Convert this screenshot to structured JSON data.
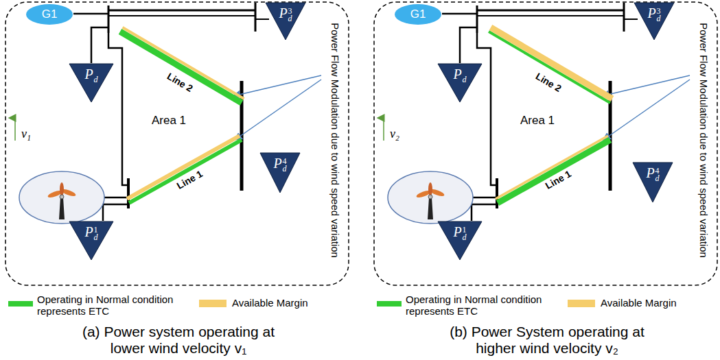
{
  "diagram": {
    "nodes": [
      {
        "text": [
          "G1"
        ]
      },
      {
        "text": [
          "P",
          "d",
          "3"
        ]
      },
      {
        "text": [
          "P",
          "d"
        ]
      },
      {
        "text": [
          "P",
          "d",
          "4"
        ]
      },
      {
        "text": [
          "P",
          "d",
          "1"
        ]
      },
      {
        "text": [
          "G1"
        ]
      },
      {
        "text": [
          "P",
          "d",
          "3"
        ]
      },
      {
        "text": [
          "P",
          "d"
        ]
      },
      {
        "text": [
          "P",
          "d",
          "4"
        ]
      },
      {
        "text": [
          "P",
          "d",
          "1"
        ]
      }
    ],
    "labels": [
      "Power Flow Modulation due to wind speed variation",
      "Line 2",
      "Area 1",
      "v₁",
      "Line 1",
      "Power Flow Modulation due to wind speed variation",
      "Line 2",
      "Area 1",
      "v₂",
      "Line 1",
      "(a) Power system operating at lower wind velocity v₁",
      "(b) Power System operating at higher wind velocity v₂"
    ],
    "legend": [
      {
        "text": "Operating in Normal condition represents ETC",
        "color": "#33cc33"
      },
      {
        "text": "Available Margin",
        "color": "#f5cd6b"
      },
      {
        "text": "Operating in Normal condition represents ETC",
        "color": "#33cc33"
      },
      {
        "text": "Available Margin",
        "color": "#f5cd6b"
      }
    ]
  }
}
